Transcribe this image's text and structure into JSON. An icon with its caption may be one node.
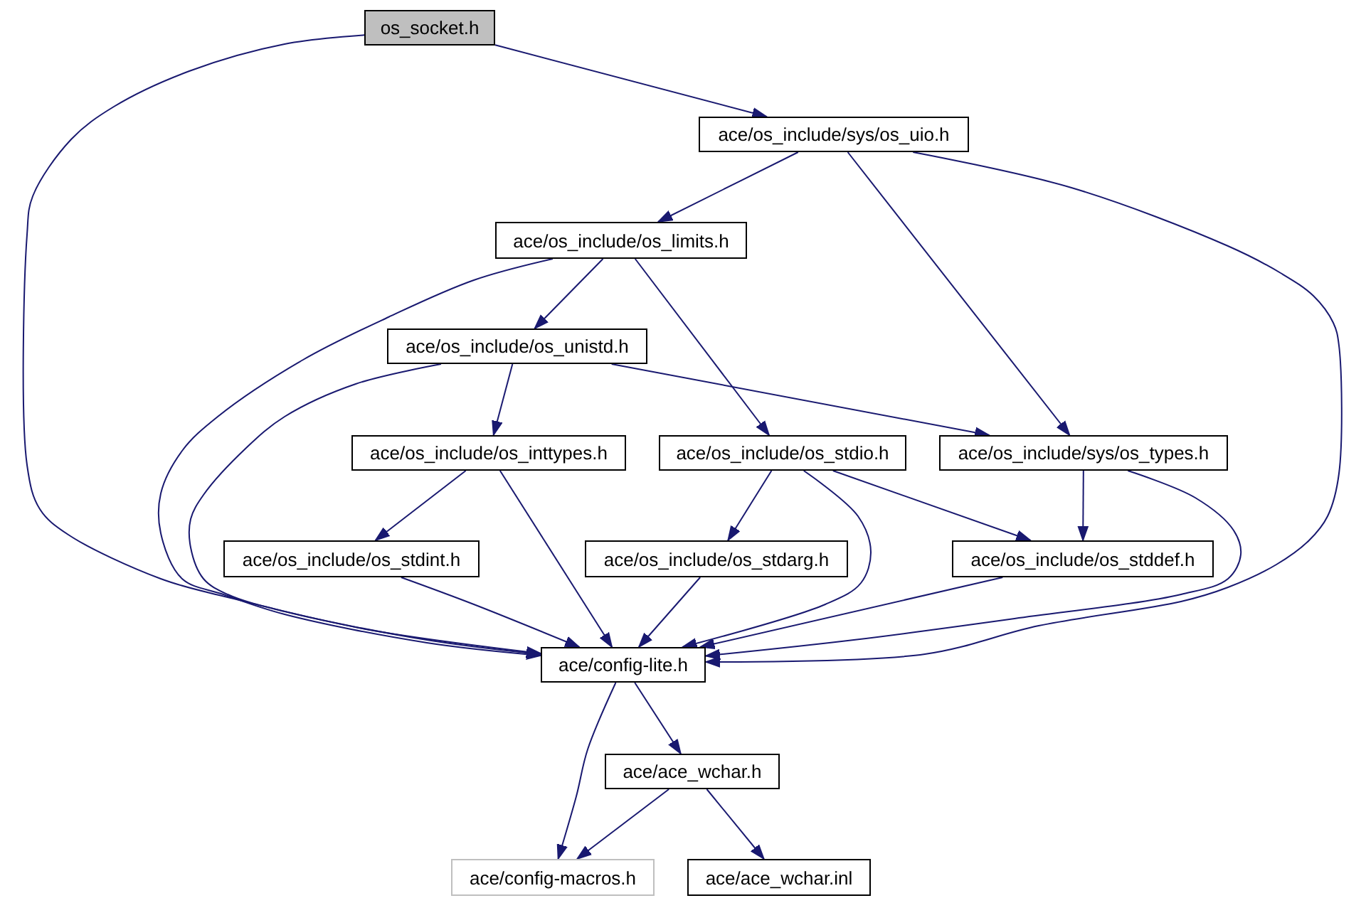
{
  "diagram": {
    "nodes": [
      {
        "text": [
          "os_socket.h"
        ]
      },
      {
        "text": [
          "ace/os_include/sys/os_uio.h"
        ]
      },
      {
        "text": [
          "ace/os_include/os_limits.h"
        ]
      },
      {
        "text": [
          "ace/os_include/os_unistd.h"
        ]
      },
      {
        "text": [
          "ace/os_include/os_inttypes.h"
        ]
      },
      {
        "text": [
          "ace/os_include/os_stdio.h"
        ]
      },
      {
        "text": [
          "ace/os_include/sys/os_types.h"
        ]
      },
      {
        "text": [
          "ace/os_include/os_stdint.h"
        ]
      },
      {
        "text": [
          "ace/os_include/os_stdarg.h"
        ]
      },
      {
        "text": [
          "ace/os_include/os_stddef.h"
        ]
      },
      {
        "text": [
          "ace/config-lite.h"
        ]
      },
      {
        "text": [
          "ace/ace_wchar.h"
        ]
      },
      {
        "text": [
          "ace/config-macros.h"
        ]
      },
      {
        "text": [
          "ace/ace_wchar.inl"
        ]
      }
    ],
    "edges": [
      {
        "from": 0,
        "to": 1,
        "arrow": "to"
      },
      {
        "from": 0,
        "to": 10,
        "arrow": "to"
      },
      {
        "from": 1,
        "to": 2,
        "arrow": "to"
      },
      {
        "from": 1,
        "to": 6,
        "arrow": "to"
      },
      {
        "from": 1,
        "to": 10,
        "arrow": "to"
      },
      {
        "from": 2,
        "to": 3,
        "arrow": "to"
      },
      {
        "from": 2,
        "to": 5,
        "arrow": "to"
      },
      {
        "from": 2,
        "to": 10,
        "arrow": "to"
      },
      {
        "from": 3,
        "to": 4,
        "arrow": "to"
      },
      {
        "from": 3,
        "to": 6,
        "arrow": "to"
      },
      {
        "from": 3,
        "to": 10,
        "arrow": "to"
      },
      {
        "from": 4,
        "to": 7,
        "arrow": "to"
      },
      {
        "from": 4,
        "to": 10,
        "arrow": "to"
      },
      {
        "from": 5,
        "to": 8,
        "arrow": "to"
      },
      {
        "from": 5,
        "to": 10,
        "arrow": "to"
      },
      {
        "from": 5,
        "to": 9,
        "arrow": "to"
      },
      {
        "from": 6,
        "to": 9,
        "arrow": "to"
      },
      {
        "from": 6,
        "to": 10,
        "arrow": "to"
      },
      {
        "from": 7,
        "to": 10,
        "arrow": "to"
      },
      {
        "from": 8,
        "to": 10,
        "arrow": "to"
      },
      {
        "from": 9,
        "to": 10,
        "arrow": "to"
      },
      {
        "from": 10,
        "to": 12,
        "arrow": "to"
      },
      {
        "from": 10,
        "to": 11,
        "arrow": "to"
      },
      {
        "from": 11,
        "to": 12,
        "arrow": "to"
      },
      {
        "from": 11,
        "to": 13,
        "arrow": "to"
      }
    ]
  }
}
